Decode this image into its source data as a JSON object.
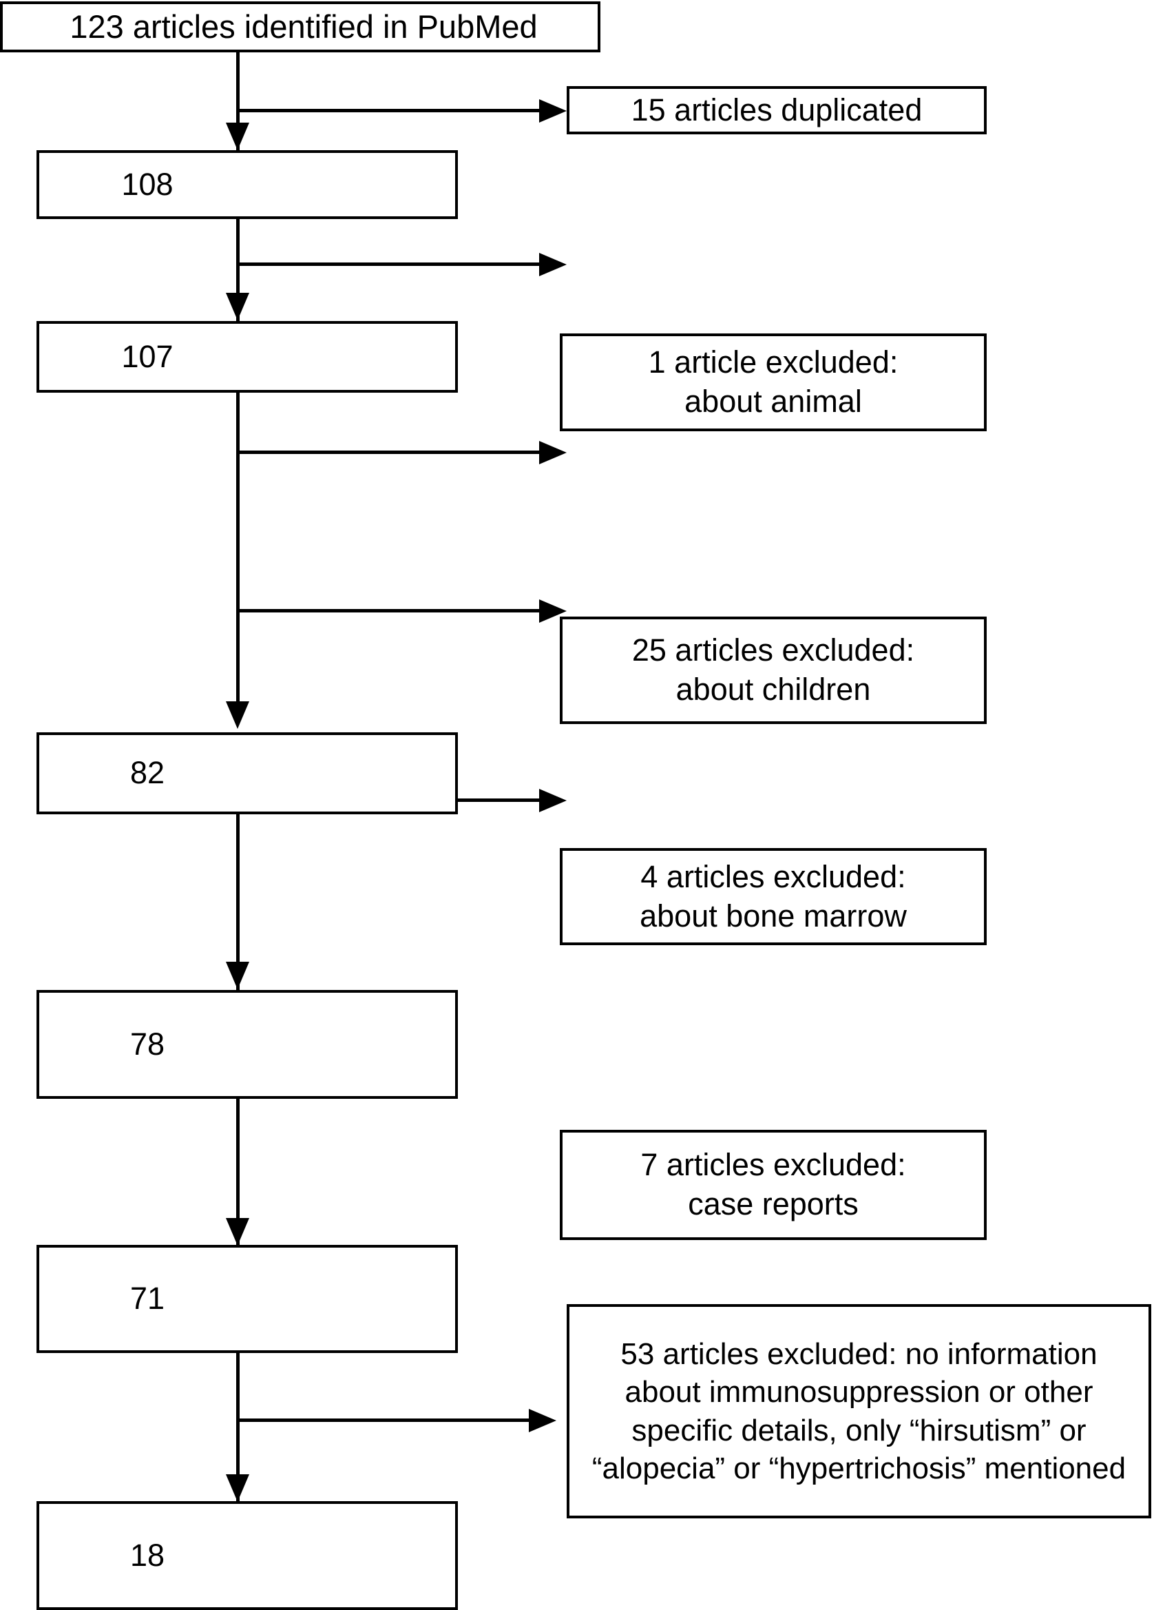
{
  "diagram": {
    "type": "prisma-flow-diagram",
    "title": "PubMed article screening flow",
    "colors": {
      "line": "#000000",
      "box_border": "#000000",
      "background": "#ffffff",
      "text": "#000000"
    },
    "spine_nodes": [
      {
        "id": "identified",
        "label": "123 articles identified in PubMed"
      },
      {
        "id": "after-duplicates",
        "label": "108"
      },
      {
        "id": "after-animal",
        "label": "107"
      },
      {
        "id": "after-children",
        "label": "82"
      },
      {
        "id": "after-bone-marrow",
        "label": "78"
      },
      {
        "id": "after-case-reports",
        "label": "71"
      },
      {
        "id": "included",
        "label": "18"
      }
    ],
    "exclusion_nodes": [
      {
        "id": "duplicated",
        "label": "15 articles duplicated"
      },
      {
        "id": "animal",
        "label": "1 article excluded:\nabout animal"
      },
      {
        "id": "children",
        "label": "25 articles excluded:\nabout children"
      },
      {
        "id": "bone-marrow",
        "label": "4 articles excluded:\nabout bone marrow"
      },
      {
        "id": "case-reports",
        "label": "7 articles excluded:\ncase reports"
      },
      {
        "id": "no-information",
        "label": "53 articles excluded: no information about immunosuppression or other specific details, only “hirsutism” or “alopecia” or “hypertrichosis” mentioned"
      }
    ],
    "connector_icons": {
      "down": "arrow-down-icon",
      "right": "arrow-right-icon"
    }
  }
}
